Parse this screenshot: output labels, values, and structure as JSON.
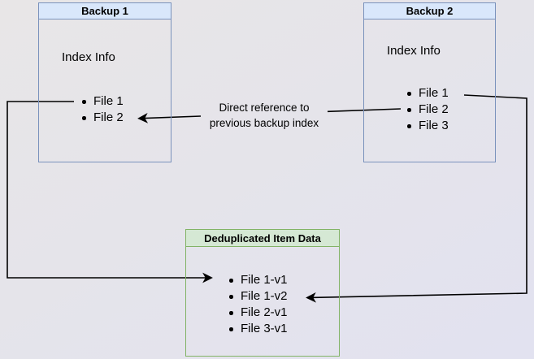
{
  "diagram": {
    "boxes": {
      "backup1": {
        "title": "Backup 1",
        "body_label": "Index Info",
        "items": [
          "File 1",
          "File 2"
        ],
        "header_fill": "#d9e7fb",
        "border_color": "#7a92bc"
      },
      "backup2": {
        "title": "Backup 2",
        "body_label": "Index Info",
        "items": [
          "File 1",
          "File 2",
          "File 3"
        ],
        "header_fill": "#d9e7fb",
        "border_color": "#7a92bc"
      },
      "dedup": {
        "title": "Deduplicated Item Data",
        "items": [
          "File 1-v1",
          "File 1-v2",
          "File 2-v1",
          "File 3-v1"
        ],
        "header_fill": "#d5e8d4",
        "border_color": "#82b366"
      }
    },
    "annotation": {
      "line1": "Direct reference to",
      "line2": "previous backup index"
    },
    "connector_color": "#000000",
    "background_top": "#e8e6e7",
    "background_bottom": "#e2e2f0"
  }
}
